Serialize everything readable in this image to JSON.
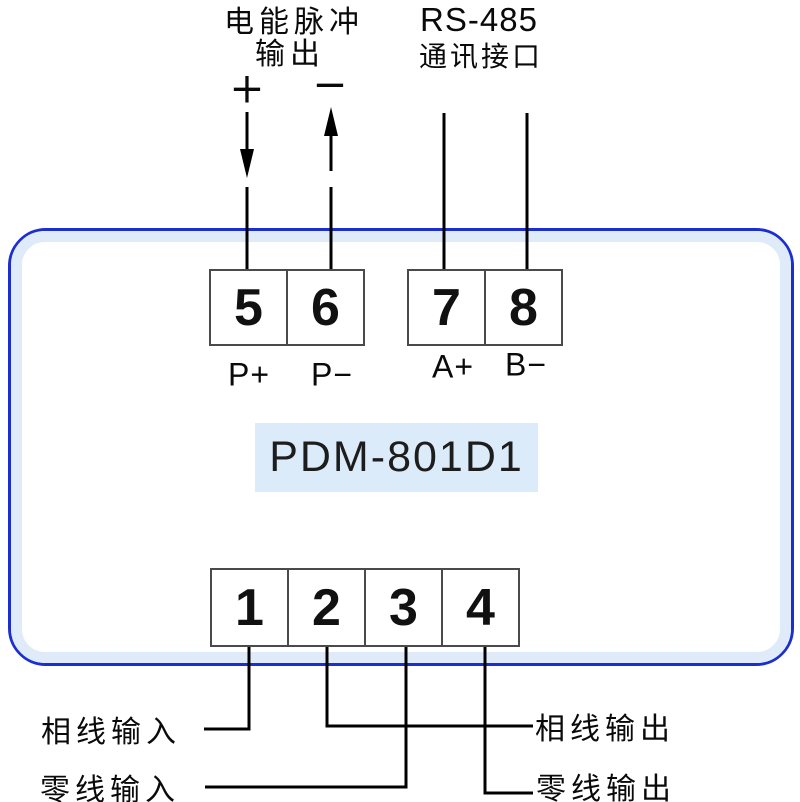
{
  "top_labels": {
    "pulse": {
      "line1": "电能脉冲",
      "line2": "输出",
      "plus": "+",
      "minus": "−"
    },
    "rs485": {
      "line1": "RS-485",
      "line2": "通讯接口"
    }
  },
  "device": {
    "model": "PDM-801D1",
    "outline_color": "#1c2ed0",
    "band_color": "#e0ebfa",
    "model_bg_color": "#dcebfa",
    "wire_color": "#000000"
  },
  "terminals": {
    "top": [
      {
        "number": "5",
        "label": "P+"
      },
      {
        "number": "6",
        "label": "P−"
      },
      {
        "number": "7",
        "label": "A+"
      },
      {
        "number": "8",
        "label": "B−"
      }
    ],
    "bottom": [
      {
        "number": "1"
      },
      {
        "number": "2"
      },
      {
        "number": "3"
      },
      {
        "number": "4"
      }
    ]
  },
  "bottom_labels": {
    "phase_in": "相线输入",
    "neutral_in": "零线输入",
    "phase_out": "相线输出",
    "neutral_out": "零线输出"
  }
}
